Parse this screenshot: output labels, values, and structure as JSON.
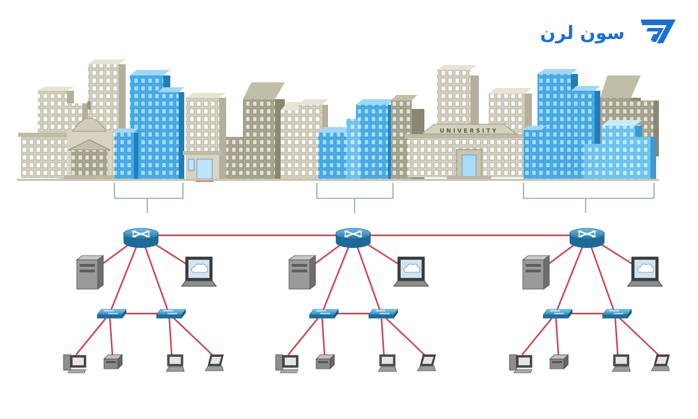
{
  "brand": {
    "logo_text": "سون لرن",
    "color": "#1a6fd6"
  },
  "buildings": {
    "university_sign": "UNIVERSITY"
  },
  "colors": {
    "link": "#c8414d",
    "bracket": "#7d96a6",
    "grey_building": "#cfcbb8",
    "blue_building": "#47b1ea",
    "router": "#2f89b8",
    "switch": "#3f9ccd"
  },
  "network": {
    "sites": [
      {
        "name": "site-left"
      },
      {
        "name": "site-center"
      },
      {
        "name": "site-right"
      }
    ]
  }
}
